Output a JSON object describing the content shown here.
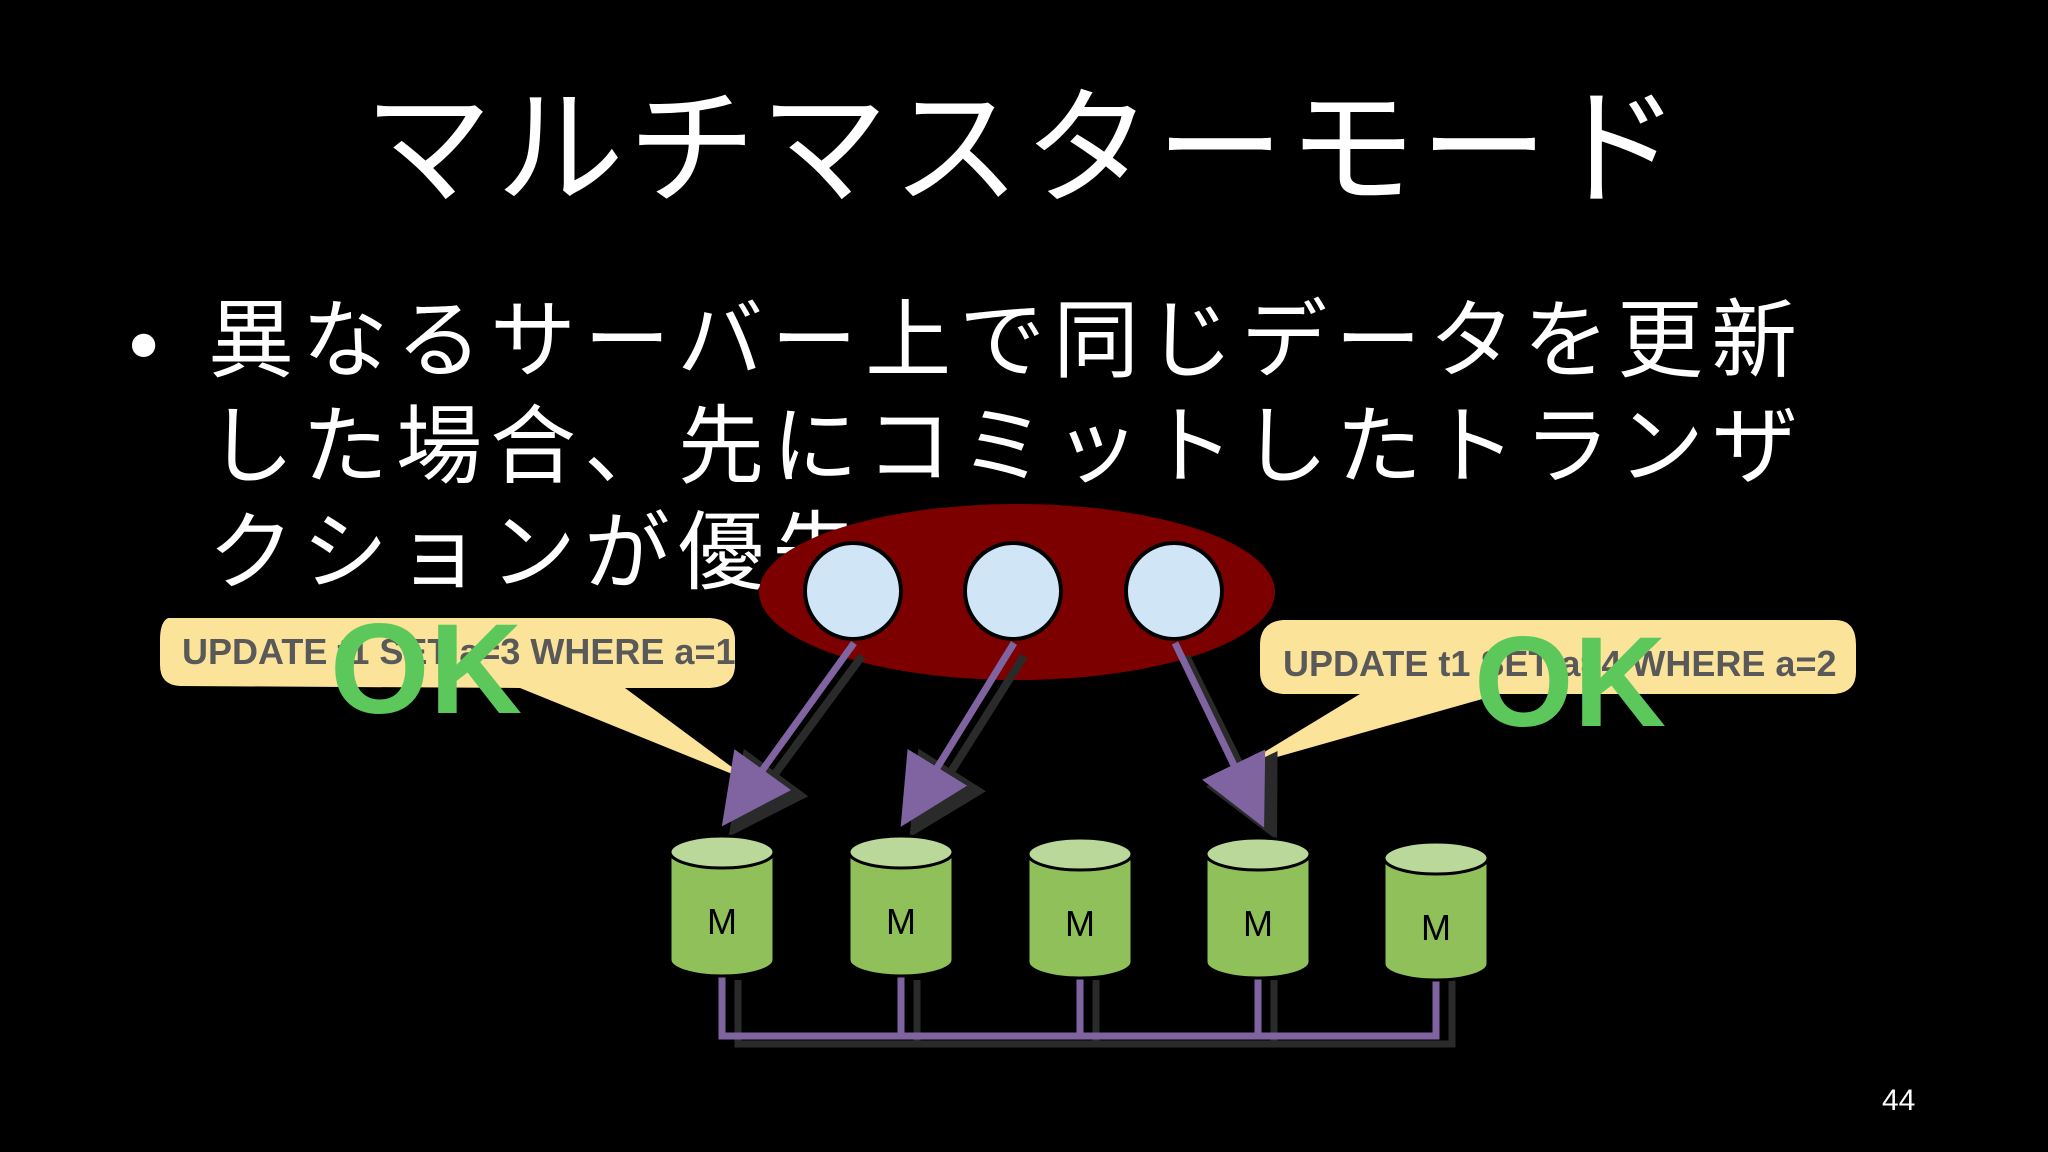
{
  "slide": {
    "title": "マルチマスターモード",
    "bullet": "異なるサーバー上で同じデータを更新した場合、先にコミットしたトランザクションが優先",
    "page_number": "44"
  },
  "diagram": {
    "callout_left": "UPDATE t1 SET a=3 WHERE a=1",
    "callout_right": "UPDATE t1 SET a=4 WHERE a=2",
    "status_left": "OK",
    "status_right": "OK",
    "master_label": "M",
    "colors": {
      "cluster": "#7d0000",
      "client": "#d0e6f7",
      "callout": "#fbe39a",
      "callout_text": "#595959",
      "ok": "#5cc85c",
      "db_body": "#8fc05a",
      "db_top": "#b9d89a",
      "link": "#8064a2"
    }
  }
}
